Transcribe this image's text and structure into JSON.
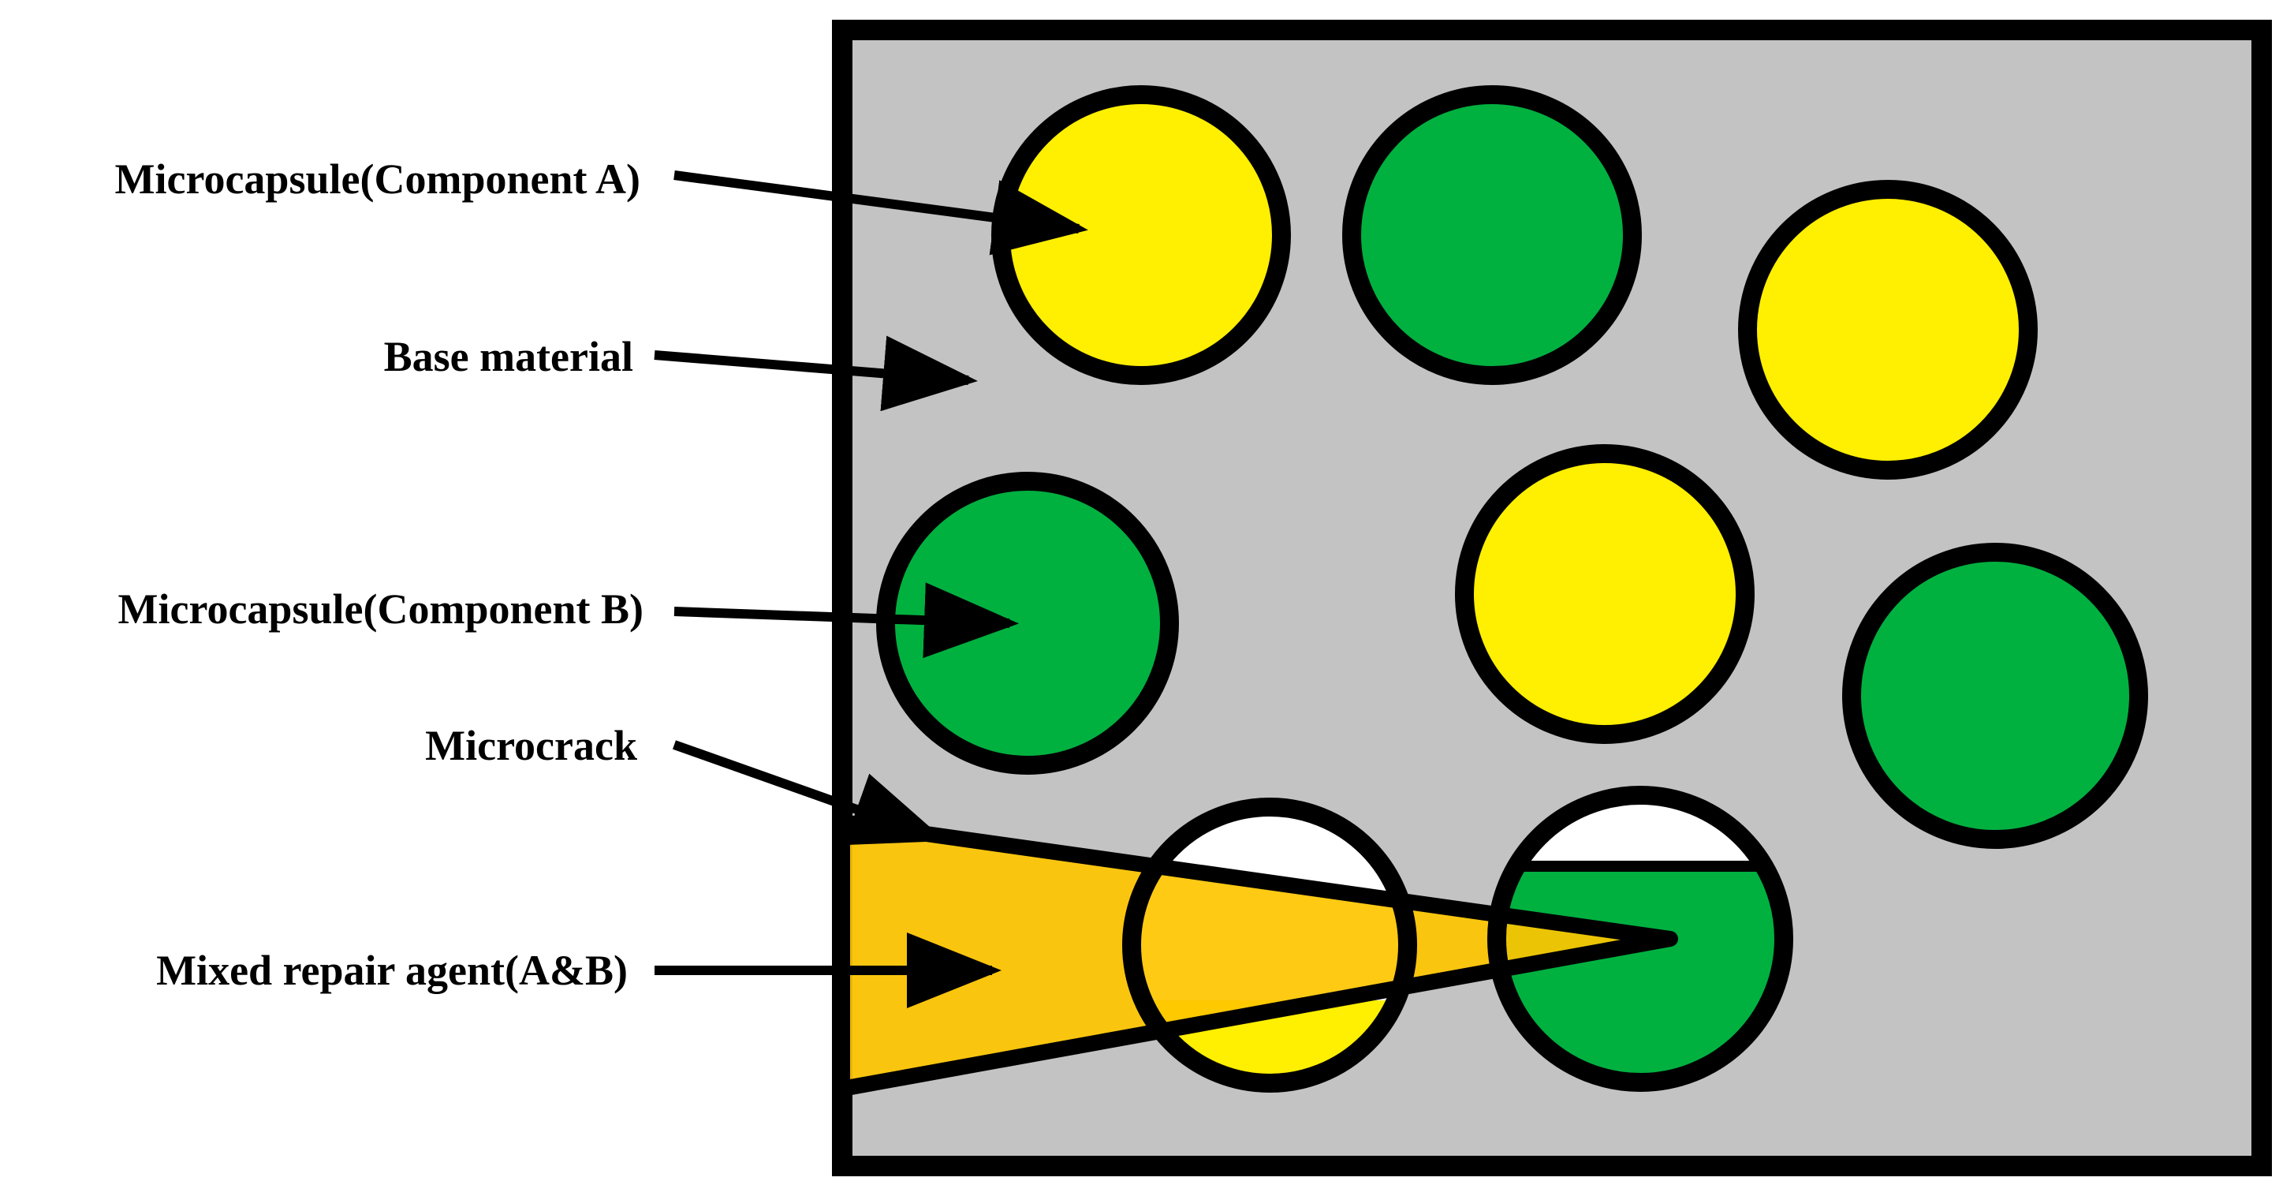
{
  "labels": {
    "microcapsule_a": "Microcapsule(Component A)",
    "base_material": "Base material",
    "microcapsule_b": "Microcapsule(Component B)",
    "microcrack": "Microcrack",
    "mixed_agent": "Mixed repair agent(A&B)"
  },
  "colors": {
    "base_material": "#c3c3c3",
    "component_a": "#ffef00",
    "component_b": "#00b140",
    "mixed_agent": "#ffc600",
    "empty": "#ffffff",
    "outline": "#000000"
  }
}
